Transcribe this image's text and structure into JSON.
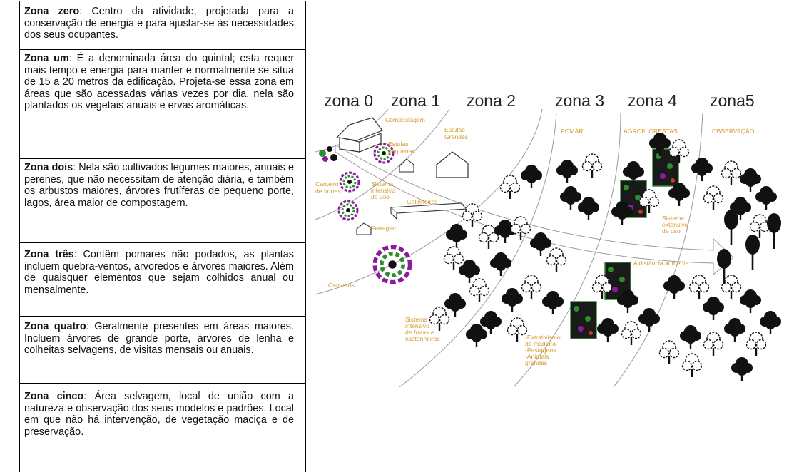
{
  "zones": [
    {
      "title": "Zona zero",
      "text": ": Centro da atividade, projetada para a conservação de energia e para ajustar-se às necessidades dos seus ocupantes."
    },
    {
      "title": "Zona um",
      "text": ": É a denominada área do quintal; esta requer mais tempo e energia para manter e normalmente se situa de 15 a 20 metros da edificação. Projeta-se essa zona em áreas que são acessadas várias vezes por dia, nela são plantados os vegetais anuais e ervas aromáticas."
    },
    {
      "title": "Zona dois",
      "text": ": Nela são cultivados legumes maiores, anuais e perenes, que não necessitam de atenção diária, e também os arbustos maiores, árvores frutíferas de pequeno porte, lagos, área maior de compostagem."
    },
    {
      "title": "Zona três",
      "text": ": Contêm pomares não podados, as plantas incluem quebra-ventos, arvoredos e árvores maiores. Além de quaisquer elementos que sejam colhidos anual ou mensalmente."
    },
    {
      "title": "Zona quatro",
      "text": ": Geralmente presentes em áreas maiores. Incluem árvores de grande porte, árvores de lenha e colheitas selvagens, de visitas mensais ou anuais."
    },
    {
      "title": "Zona cinco",
      "text": ": Área selvagem, local de união com a natureza e observação dos seus modelos e padrões. Local em que não há intervenção, de vegetação maciça e de preservação."
    }
  ],
  "diagram": {
    "zone_headers": [
      "zona 0",
      "zona 1",
      "zona 2",
      "zona 3",
      "zona 4",
      "zona5"
    ],
    "labels": {
      "compostagem": "Compostagem",
      "estufas_pequenas_1": "Estufas",
      "estufas_pequenas_2": "pequenas",
      "estufas_grandes_1": "Estufas",
      "estufas_grandes_2": "Grandes",
      "pomar": "POMAR",
      "agroflorestas": "AGROFLORESTAS",
      "observacao": "OBSERVAÇÃO",
      "canteiro_1": "Canteiro",
      "canteiro_2": "de hortas",
      "sistema_intensivo_1": "Sistema",
      "sistema_intensivo_2": "intensivo",
      "sistema_intensivo_3": "de uso",
      "galinheiros": "Galinheiros",
      "ferragem": "Ferragem",
      "canteiros": "Canteiros",
      "sistema_extensivo_1": "Sistema",
      "sistema_extensivo_2": "extensivo",
      "sistema_extensivo_3": "de uso",
      "distancia": "A distância aumenta",
      "frutas_1": "Sistema",
      "frutas_2": "intensivo",
      "frutas_3": "de frutas e",
      "frutas_4": "castanheiras",
      "extrativismo_1": "-Extrativismo",
      "extrativismo_2": "de madeira",
      "extrativismo_3": "-Pastagens",
      "extrativismo_4": "-Animais",
      "extrativismo_5": "grandes"
    },
    "colors": {
      "label": "#d49a2c",
      "header": "#222222",
      "lines": "#9a9a9a",
      "tree": "#111111",
      "bed_purple": "#8b1a9c",
      "bed_green": "#2e8b2e"
    }
  }
}
